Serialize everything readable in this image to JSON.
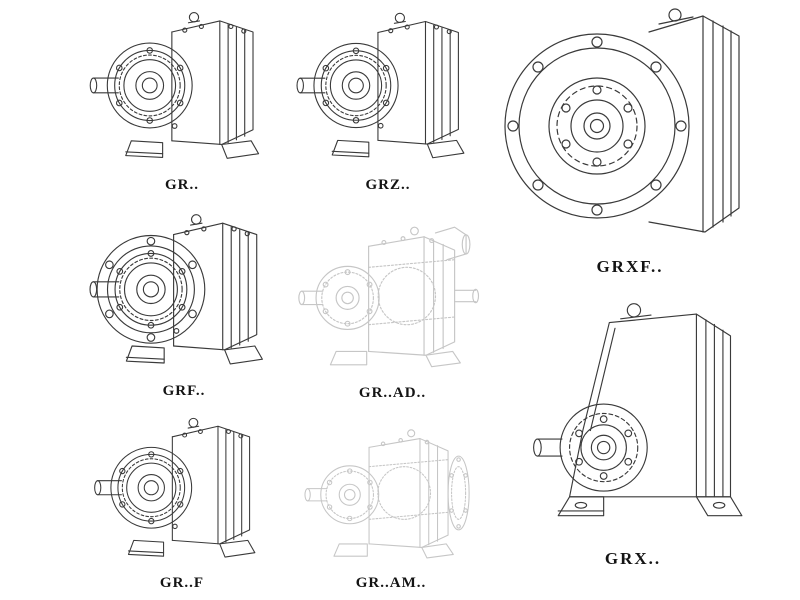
{
  "sheet": {
    "description": "Line-drawing catalog of helical gear unit mounting variants"
  },
  "colors": {
    "background": "#ffffff",
    "line": "#3a3a3a",
    "ghost_line": "#c6c6c6",
    "label": "#141414"
  },
  "figures": {
    "gr": {
      "label": "GR..",
      "line_style": "dark"
    },
    "grz": {
      "label": "GRZ..",
      "line_style": "dark"
    },
    "grxf": {
      "label": "GRXF..",
      "line_style": "dark"
    },
    "grf": {
      "label": "GRF..",
      "line_style": "dark"
    },
    "grad": {
      "label": "GR..AD..",
      "line_style": "light"
    },
    "grfoot": {
      "label": "GR..F",
      "line_style": "dark"
    },
    "gram": {
      "label": "GR..AM..",
      "line_style": "light"
    },
    "grx": {
      "label": "GRX..",
      "line_style": "dark"
    }
  }
}
